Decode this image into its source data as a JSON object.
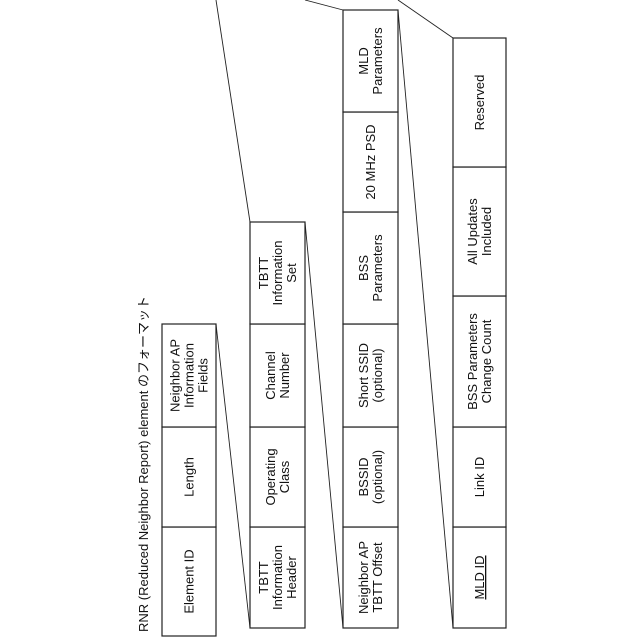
{
  "title": "RNR (Reduced Neighbor Report) element のフォーマット",
  "levels": [
    {
      "fields": [
        {
          "lines": [
            "Element ID"
          ]
        },
        {
          "lines": [
            "Length"
          ]
        },
        {
          "lines": [
            "Neighbor AP",
            "Information",
            "Fields"
          ]
        }
      ]
    },
    {
      "fields": [
        {
          "lines": [
            "TBTT",
            "Information",
            "Header"
          ]
        },
        {
          "lines": [
            "Operating",
            "Class"
          ]
        },
        {
          "lines": [
            "Channel",
            "Number"
          ]
        },
        {
          "lines": [
            "TBTT",
            "Information",
            "Set"
          ]
        }
      ]
    },
    {
      "fields": [
        {
          "lines": [
            "Neighbor AP",
            "TBTT Offset"
          ]
        },
        {
          "lines": [
            "BSSID",
            "(optional)"
          ]
        },
        {
          "lines": [
            "Short SSID",
            "(optional)"
          ]
        },
        {
          "lines": [
            "BSS",
            "Parameters"
          ]
        },
        {
          "lines": [
            "20 MHz PSD"
          ]
        },
        {
          "lines": [
            "MLD",
            "Parameters"
          ]
        }
      ]
    },
    {
      "fields": [
        {
          "lines": [
            "MLD ID"
          ],
          "underline": true
        },
        {
          "lines": [
            "Link ID"
          ]
        },
        {
          "lines": [
            "BSS Parameters",
            "Change Count"
          ]
        },
        {
          "lines": [
            "All Updates",
            "Included"
          ]
        },
        {
          "lines": [
            "Reserved"
          ]
        }
      ]
    }
  ]
}
